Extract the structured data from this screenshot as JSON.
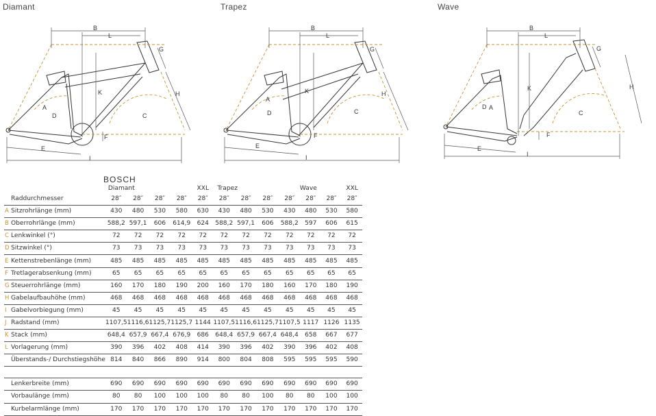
{
  "diagrams": [
    {
      "title": "Diamant"
    },
    {
      "title": "Trapez"
    },
    {
      "title": "Wave"
    }
  ],
  "dim_letters": [
    "A",
    "B",
    "C",
    "D",
    "E",
    "F",
    "G",
    "H",
    "I",
    "J",
    "K",
    "L"
  ],
  "colors": {
    "accent": "#c9902e",
    "line": "#333333"
  },
  "table": {
    "brand": "BOSCH",
    "groups": [
      "Diamant",
      "XXL",
      "Trapez",
      "Wave",
      "XXL"
    ],
    "rows": [
      {
        "key": "",
        "label": "Raddurchmesser",
        "values": [
          "28″",
          "28″",
          "28″",
          "28″",
          "28″",
          "28″",
          "28″",
          "28″",
          "28″",
          "28″",
          "28″",
          "28″"
        ]
      },
      {
        "key": "A",
        "label": "Sitzrohrlänge (mm)",
        "values": [
          "430",
          "480",
          "530",
          "580",
          "630",
          "430",
          "480",
          "530",
          "430",
          "480",
          "530",
          "580"
        ]
      },
      {
        "key": "B",
        "label": "Oberrohrlänge (mm)",
        "values": [
          "588,2",
          "597,1",
          "606",
          "614,9",
          "624",
          "588,2",
          "597,1",
          "606",
          "588,2",
          "597",
          "606",
          "615"
        ]
      },
      {
        "key": "C",
        "label": "Lenkwinkel (°)",
        "values": [
          "72",
          "72",
          "72",
          "72",
          "72",
          "72",
          "72",
          "72",
          "72",
          "72",
          "72",
          "72"
        ]
      },
      {
        "key": "D",
        "label": "Sitzwinkel (°)",
        "values": [
          "73",
          "73",
          "73",
          "73",
          "73",
          "73",
          "73",
          "73",
          "73",
          "73",
          "73",
          "73"
        ]
      },
      {
        "key": "E",
        "label": "Kettenstrebenlänge (mm)",
        "values": [
          "485",
          "485",
          "485",
          "485",
          "485",
          "485",
          "485",
          "485",
          "485",
          "485",
          "485",
          "485"
        ]
      },
      {
        "key": "F",
        "label": "Tretlagerabsenkung (mm)",
        "values": [
          "65",
          "65",
          "65",
          "65",
          "65",
          "65",
          "65",
          "65",
          "65",
          "65",
          "65",
          "65"
        ]
      },
      {
        "key": "G",
        "label": "Steuerrohrlänge (mm)",
        "values": [
          "160",
          "170",
          "180",
          "190",
          "200",
          "160",
          "170",
          "180",
          "160",
          "170",
          "180",
          "190"
        ]
      },
      {
        "key": "H",
        "label": "Gabelaufbauhöhe (mm)",
        "values": [
          "468",
          "468",
          "468",
          "468",
          "468",
          "468",
          "468",
          "468",
          "468",
          "468",
          "468",
          "468"
        ]
      },
      {
        "key": "I",
        "label": "Gabelvorbiegung (mm)",
        "values": [
          "45",
          "45",
          "45",
          "45",
          "45",
          "45",
          "45",
          "45",
          "45",
          "45",
          "45",
          "45"
        ]
      },
      {
        "key": "J",
        "label": "Radstand (mm)",
        "values": [
          "1107,5",
          "1116,6",
          "1125,7",
          "1125,7",
          "1144",
          "1107,5",
          "1116,6",
          "1125,7",
          "1107,5",
          "1117",
          "1126",
          "1135"
        ]
      },
      {
        "key": "K",
        "label": "Stack (mm)",
        "values": [
          "648,4",
          "657,9",
          "667,4",
          "676,9",
          "686",
          "648,4",
          "657,9",
          "667,4",
          "648,4",
          "658",
          "667",
          "677"
        ]
      },
      {
        "key": "L",
        "label": "Vorlagerung (mm)",
        "values": [
          "390",
          "396",
          "402",
          "408",
          "414",
          "390",
          "396",
          "402",
          "390",
          "396",
          "402",
          "408"
        ]
      },
      {
        "key": "",
        "label": "Überstands-/ Durchstiegshöhe",
        "values": [
          "814",
          "840",
          "866",
          "890",
          "914",
          "800",
          "804",
          "808",
          "595",
          "595",
          "595",
          "590"
        ]
      }
    ],
    "extra_rows": [
      {
        "label": "Lenkerbreite (mm)",
        "values": [
          "690",
          "690",
          "690",
          "690",
          "690",
          "690",
          "690",
          "690",
          "690",
          "690",
          "690",
          "690"
        ]
      },
      {
        "label": "Vorbaulänge (mm)",
        "values": [
          "80",
          "80",
          "100",
          "100",
          "100",
          "80",
          "80",
          "100",
          "80",
          "80",
          "100",
          "100"
        ]
      },
      {
        "label": "Kurbelarmlänge (mm)",
        "values": [
          "170",
          "170",
          "170",
          "170",
          "170",
          "170",
          "170",
          "170",
          "170",
          "170",
          "170",
          "170"
        ]
      }
    ]
  }
}
